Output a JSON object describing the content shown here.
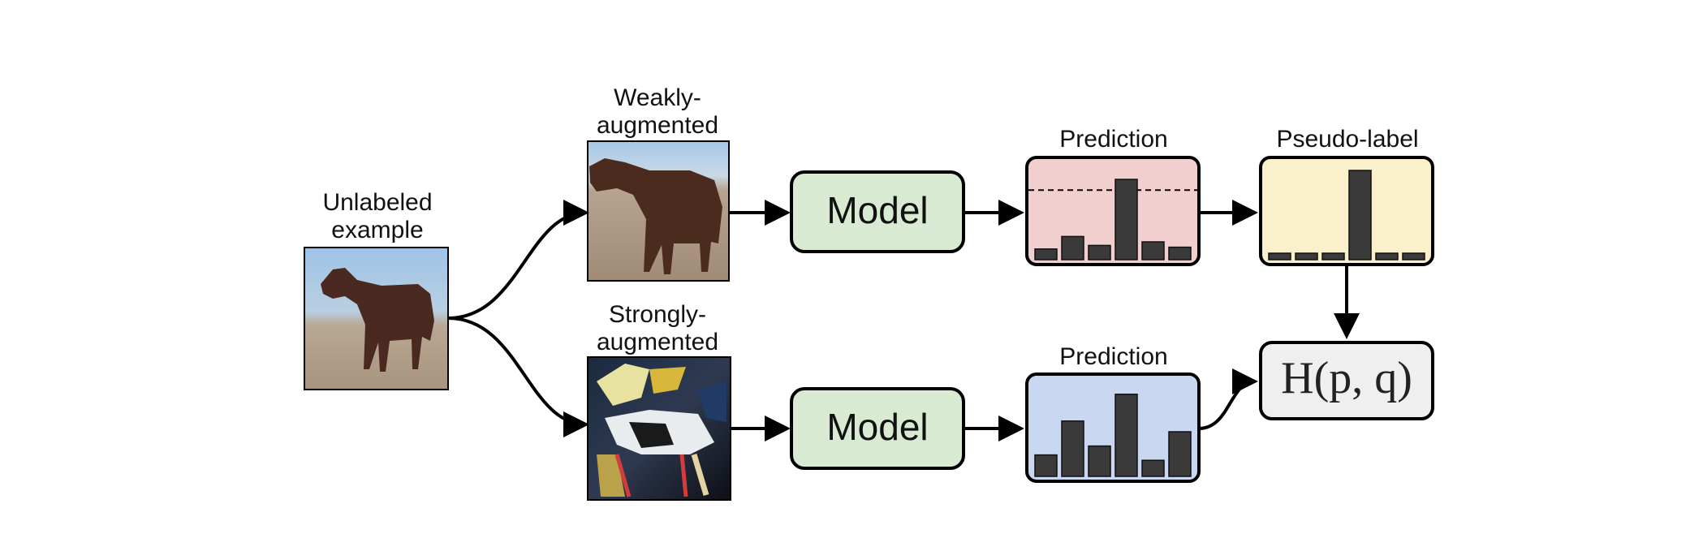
{
  "labels": {
    "unlabeled_line1": "Unlabeled",
    "unlabeled_line2": "example",
    "weak_line1": "Weakly-",
    "weak_line2": "augmented",
    "strong_line1": "Strongly-",
    "strong_line2": "augmented",
    "prediction_top": "Prediction",
    "pseudo_label": "Pseudo-label",
    "prediction_bottom": "Prediction"
  },
  "model_labels": {
    "top": "Model",
    "bottom": "Model"
  },
  "loss": {
    "text": "H(p, q)"
  },
  "prediction_weak": {
    "values": [
      0.12,
      0.26,
      0.16,
      0.9,
      0.2,
      0.14
    ],
    "threshold": 0.78
  },
  "pseudo_label": {
    "values": [
      0.04,
      0.04,
      0.04,
      1.0,
      0.04,
      0.04
    ]
  },
  "prediction_strong": {
    "values": [
      0.24,
      0.62,
      0.34,
      0.92,
      0.18,
      0.5
    ]
  },
  "colors": {
    "prediction_weak_bg": "#f2cfcf",
    "pseudo_label_bg": "#fbf0cc",
    "prediction_strong_bg": "#c9d7f1",
    "model_bg": "#d9ead3",
    "loss_bg": "#efefef",
    "bar": "#3a3a3a"
  }
}
